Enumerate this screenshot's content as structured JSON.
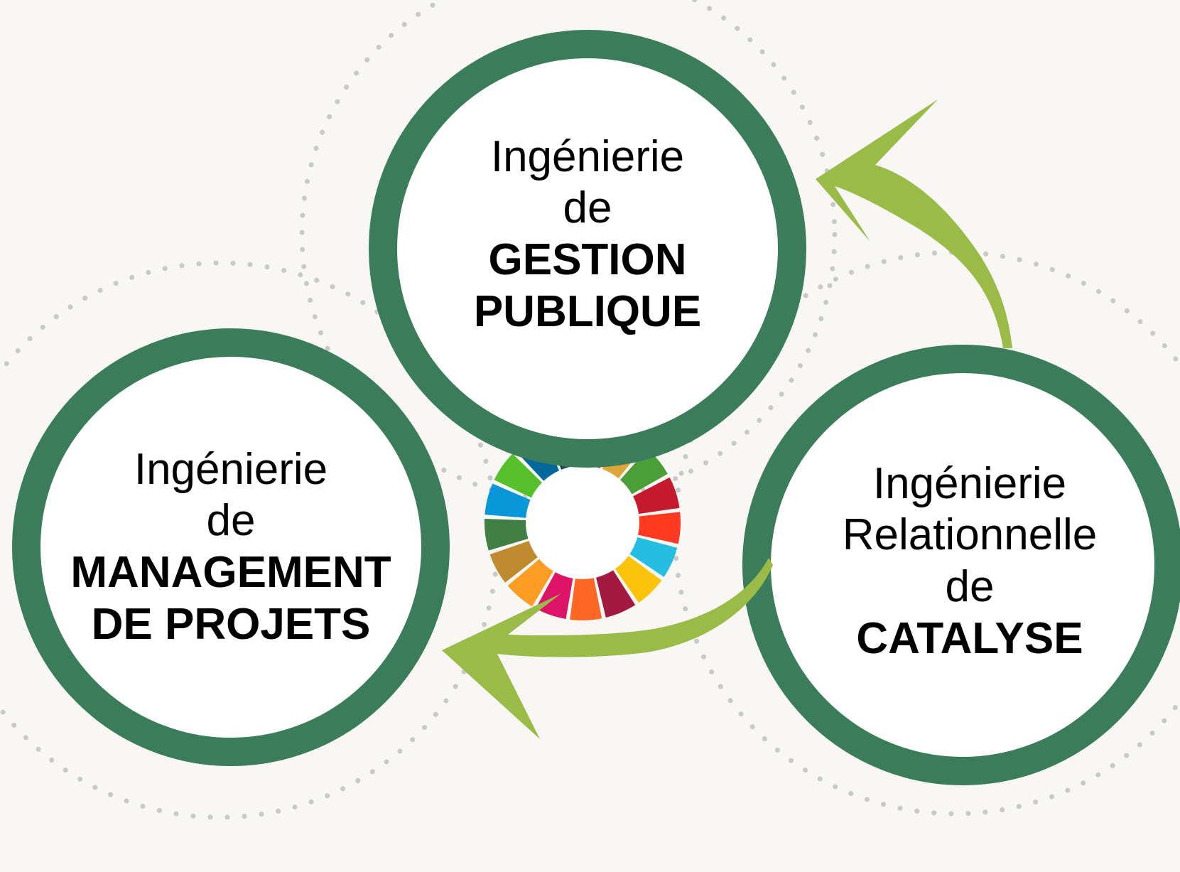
{
  "colors": {
    "background": "#f8f7f4",
    "ring_green": "#3b7d5a",
    "arrow_green": "#9bbb48",
    "dots": "#c9cac8",
    "sdg_wheel": [
      "#e5243b",
      "#dda63a",
      "#4c9f38",
      "#c5192d",
      "#ff3a21",
      "#26bde2",
      "#fcc30b",
      "#a21942",
      "#fd6925",
      "#dd1367",
      "#fd9d24",
      "#bf8b2e",
      "#3f7e44",
      "#0a97d9",
      "#56c02b",
      "#00689d",
      "#19486a"
    ]
  },
  "diagram": {
    "circles": [
      {
        "id": "gestion",
        "lines": [
          {
            "text": "Ingénierie",
            "weight": "normal"
          },
          {
            "text": "de",
            "weight": "normal"
          },
          {
            "text": "GESTION",
            "weight": "bold"
          },
          {
            "text": "PUBLIQUE",
            "weight": "bold"
          }
        ]
      },
      {
        "id": "management",
        "lines": [
          {
            "text": "Ingénierie",
            "weight": "normal"
          },
          {
            "text": "de",
            "weight": "normal"
          },
          {
            "text": "MANAGEMENT",
            "weight": "bold"
          },
          {
            "text": "DE PROJETS",
            "weight": "bold"
          }
        ]
      },
      {
        "id": "catalyse",
        "lines": [
          {
            "text": "Ingénierie",
            "weight": "normal"
          },
          {
            "text": "Relationnelle",
            "weight": "normal"
          },
          {
            "text": "de",
            "weight": "normal"
          },
          {
            "text": "CATALYSE",
            "weight": "bold"
          }
        ]
      }
    ],
    "icons": [
      "sdg-wheel-icon",
      "curved-arrow-icon"
    ]
  }
}
